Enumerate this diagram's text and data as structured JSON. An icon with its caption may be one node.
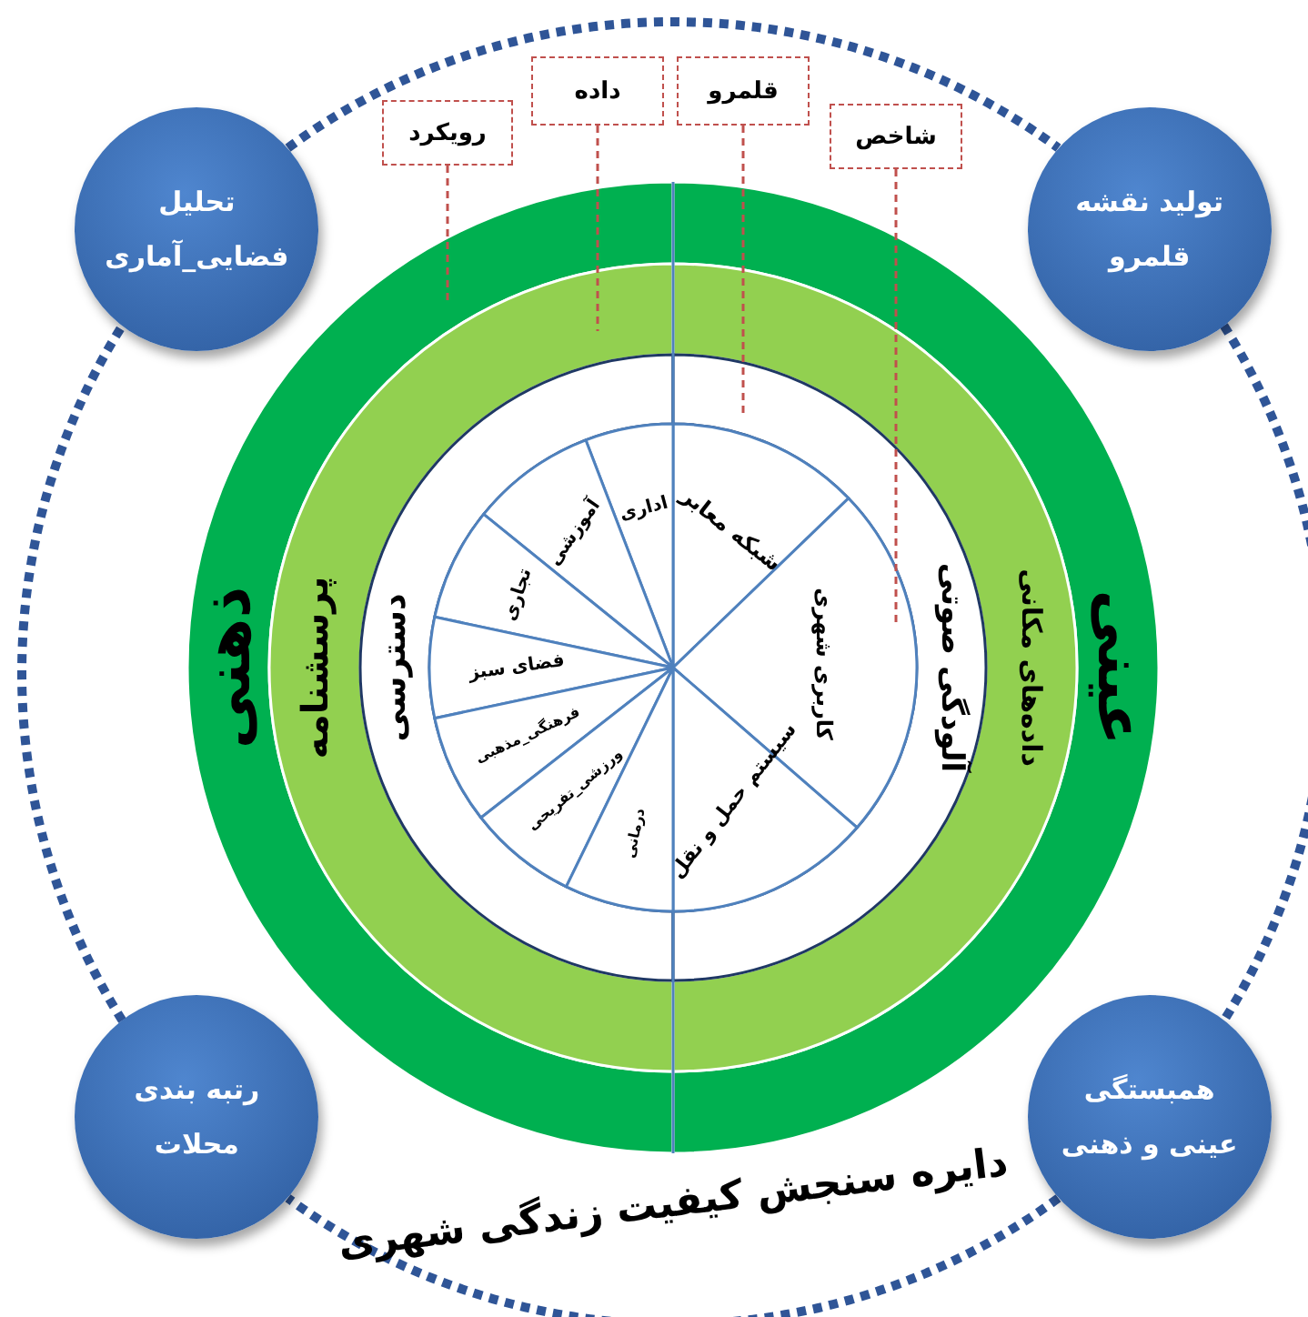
{
  "diagram": {
    "title": "دایره سنجش کیفیت زندگی شهری",
    "nodes": [
      {
        "text": [
          "تحلیل فضایی_آماری"
        ]
      },
      {
        "text": [
          "تولید نقشه قلمرو"
        ]
      },
      {
        "text": [
          "رتبه بندی محلات"
        ]
      },
      {
        "text": [
          "همبستگی عینی و ذهنی"
        ]
      },
      {
        "text": [
          "رویکرد"
        ]
      },
      {
        "text": [
          "داده"
        ]
      },
      {
        "text": [
          "قلمرو"
        ]
      },
      {
        "text": [
          "شاخص"
        ]
      },
      {
        "text": [
          "ذهنی"
        ]
      },
      {
        "text": [
          "عینی"
        ]
      },
      {
        "text": [
          "پرسشنامه"
        ]
      },
      {
        "text": [
          "داده‌های مکانی"
        ]
      },
      {
        "text": [
          "دسترسی"
        ]
      },
      {
        "text": [
          "آلودگی صوتی"
        ]
      },
      {
        "text": [
          "شبکه معابر"
        ]
      },
      {
        "text": [
          "کاربری شهری"
        ]
      },
      {
        "text": [
          "سیستم حمل و نقل"
        ]
      },
      {
        "text": [
          "اداری"
        ]
      },
      {
        "text": [
          "آموزشی"
        ]
      },
      {
        "text": [
          "تجاری"
        ]
      },
      {
        "text": [
          "فضای سبز"
        ]
      },
      {
        "text": [
          "فرهنگی_مذهبی"
        ]
      },
      {
        "text": [
          "ورزشی_تفریحی"
        ]
      },
      {
        "text": [
          "درمانی"
        ]
      }
    ],
    "edges": [
      {
        "from": 0,
        "to": 1,
        "arrow": "none",
        "style": "dashed",
        "color": "#2f5597"
      },
      {
        "from": 1,
        "to": 3,
        "arrow": "none",
        "style": "dashed",
        "color": "#2f5597"
      },
      {
        "from": 3,
        "to": 2,
        "arrow": "none",
        "style": "dashed",
        "color": "#2f5597"
      },
      {
        "from": 2,
        "to": 0,
        "arrow": "none",
        "style": "dashed",
        "color": "#2f5597"
      },
      {
        "from": 4,
        "to": 8,
        "arrow": "none",
        "style": "dashed",
        "color": "#c0504d"
      },
      {
        "from": 5,
        "to": 10,
        "arrow": "none",
        "style": "dashed",
        "color": "#c0504d"
      },
      {
        "from": 6,
        "to": 13,
        "arrow": "none",
        "style": "dashed",
        "color": "#c0504d"
      },
      {
        "from": 7,
        "to": 15,
        "arrow": "none",
        "style": "dashed",
        "color": "#c0504d"
      }
    ]
  }
}
